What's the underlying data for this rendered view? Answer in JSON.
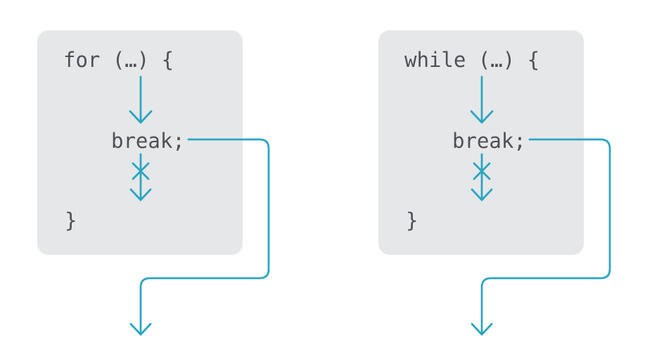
{
  "colors": {
    "accent": "#2aa5c2",
    "box_bg": "#e6e7e8",
    "code_text": "#4f5057",
    "background": "#ffffff"
  },
  "icons": {
    "entry_arrow": "down-arrow-icon",
    "blocked_arrow": "crossed-down-arrow-icon",
    "exit_arrow": "break-exit-path-arrow-icon"
  },
  "panels": [
    {
      "id": "for-loop",
      "header_code": "for (…) {",
      "break_code": "break;",
      "close_brace": "}"
    },
    {
      "id": "while-loop",
      "header_code": "while (…) {",
      "break_code": "break;",
      "close_brace": "}"
    }
  ]
}
